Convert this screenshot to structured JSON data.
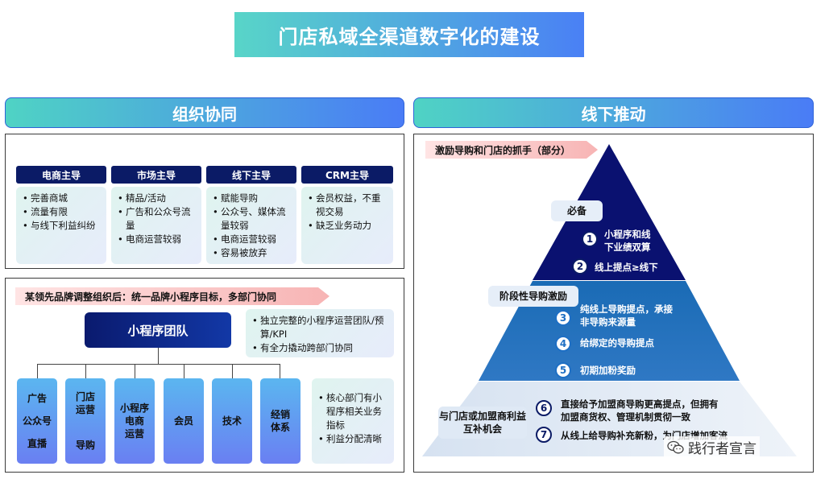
{
  "title": "门店私域全渠道数字化的建设",
  "left": {
    "header": "组织协同",
    "columns": [
      {
        "title": "电商主导",
        "items": [
          "完善商城",
          "流量有限",
          "与线下利益纠纷"
        ]
      },
      {
        "title": "市场主导",
        "items": [
          "精品/活动",
          "广告和公众号流量",
          "电商运营较弱"
        ]
      },
      {
        "title": "线下主导",
        "items": [
          "赋能导购",
          "公众号、媒体流量较弱",
          "电商运营较弱",
          "容易被放弃"
        ]
      },
      {
        "title": "CRM主导",
        "items": [
          "会员权益，不重视交易",
          "缺乏业务动力"
        ]
      }
    ],
    "banner": "某领先品牌调整组织后：统一品牌小程序目标，多部门协同",
    "team": "小程序团队",
    "team_notes": [
      "独立完整的小程序运营团队/预算/KPI",
      "有全力撬动跨部门协同"
    ],
    "departments": [
      {
        "lines": [
          "广告",
          "公众号",
          "直播"
        ]
      },
      {
        "lines": [
          "门店",
          "运营",
          "导购"
        ]
      },
      {
        "lines": [
          "小程序",
          "电商",
          "运营"
        ]
      },
      {
        "lines": [
          "会员"
        ]
      },
      {
        "lines": [
          "技术"
        ]
      },
      {
        "lines": [
          "经销",
          "体系"
        ]
      }
    ],
    "dept_notes": [
      "核心部门有小程序相关业务指标",
      "利益分配清晰"
    ]
  },
  "right": {
    "header": "线下推动",
    "banner": "激励导购和门店的抓手（部分）",
    "tiers": [
      {
        "label": "必备",
        "items": [
          {
            "n": "1",
            "text": [
              "小程序和线",
              "下业绩双算"
            ]
          },
          {
            "n": "2",
            "text": [
              "线上提点≥线下"
            ]
          }
        ]
      },
      {
        "label": "阶段性导购激励",
        "items": [
          {
            "n": "3",
            "text": [
              "纯线上导购提点，承接",
              "非导购来源量"
            ]
          },
          {
            "n": "4",
            "text": [
              "给绑定的导购提点"
            ]
          },
          {
            "n": "5",
            "text": [
              "初期加粉奖励"
            ]
          }
        ]
      },
      {
        "label": "与门店或加盟商利益互补机会",
        "items": [
          {
            "n": "6",
            "text": [
              "直接给予加盟商导购更高提点，但拥有",
              "加盟商货权、管理机制贯彻一致"
            ]
          },
          {
            "n": "7",
            "text": [
              "从线上给导购补充新粉，为门店增加客流"
            ]
          }
        ]
      }
    ]
  },
  "watermark": "践行者宣言",
  "colors": {
    "navy": "#0b1b66",
    "tier_top": "#0a1170",
    "tier_mid": "#1d6fb8",
    "tier_bottom": "#dfe9f5"
  }
}
